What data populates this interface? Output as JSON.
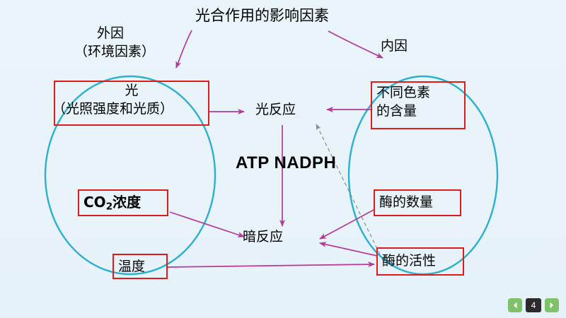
{
  "diagram": {
    "title": "光合作用的影响因素",
    "groups": {
      "external_line1": "外因",
      "external_line2": "（环境因素）",
      "internal": "内因"
    },
    "boxes": {
      "light": {
        "line1": "光",
        "line2": "（光照强度和光质）"
      },
      "co2": {
        "pre": "CO",
        "sub": "2",
        "post": "浓度"
      },
      "temperature": "温度",
      "pigment": {
        "line1": "不同色素",
        "line2": "的含量"
      },
      "enzyme_amount": "酶的数量",
      "enzyme_activity": "酶的活性"
    },
    "nodes": {
      "light_reaction": "光反应",
      "dark_reaction": "暗反应",
      "products": "ATP  NADPH"
    },
    "colors": {
      "ellipse_stroke": "#2ab0d0",
      "box_stroke": "#e01b1b",
      "arrow": "#b5399a",
      "dashed_arrow": "#8c8c8c",
      "background": "#e9f4fb"
    }
  },
  "footer": {
    "prev_icon": "chevron-left-icon",
    "next_icon": "chevron-right-icon",
    "page_number": "4"
  }
}
